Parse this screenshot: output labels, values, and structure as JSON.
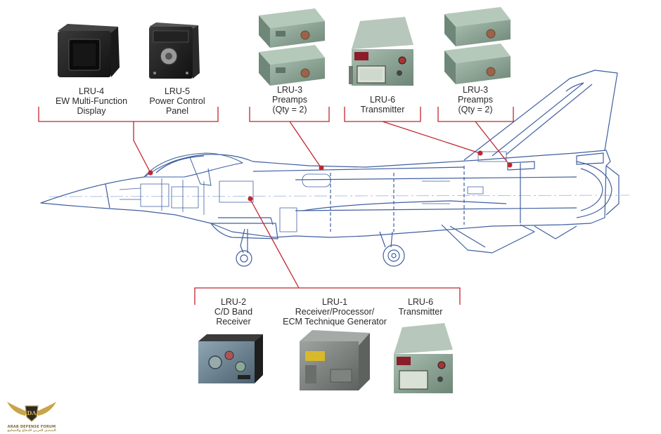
{
  "labels": {
    "lru4": {
      "id": "LRU-4",
      "line2": "EW Multi-Function",
      "line3": "Display"
    },
    "lru5": {
      "id": "LRU-5",
      "line2": "Power Control",
      "line3": "Panel"
    },
    "lru3_left": {
      "id": "LRU-3",
      "line2": "Preamps",
      "line3": "(Qty = 2)"
    },
    "lru6_top": {
      "id": "LRU-6",
      "line2": "Transmitter"
    },
    "lru3_right": {
      "id": "LRU-3",
      "line2": "Preamps",
      "line3": "(Qty = 2)"
    },
    "lru2": {
      "id": "LRU-2",
      "line2": "C/D Band",
      "line3": "Receiver"
    },
    "lru1": {
      "id": "LRU-1",
      "line2": "Receiver/Processor/",
      "line3": "ECM Technique Generator"
    },
    "lru6_bottom": {
      "id": "LRU-6",
      "line2": "Transmitter"
    }
  },
  "watermark": {
    "text_en": "ARAB DEFENSE FORUM",
    "text_ar": "المنتدى العربي للدفاع والتسليح",
    "emblem": "DA"
  },
  "colors": {
    "callout": "#c0272d",
    "airframe": "#3f5fa0",
    "unit_green": "#8fa89a",
    "unit_dark": "#2b2b2b",
    "unit_tan": "#8a8f88"
  }
}
